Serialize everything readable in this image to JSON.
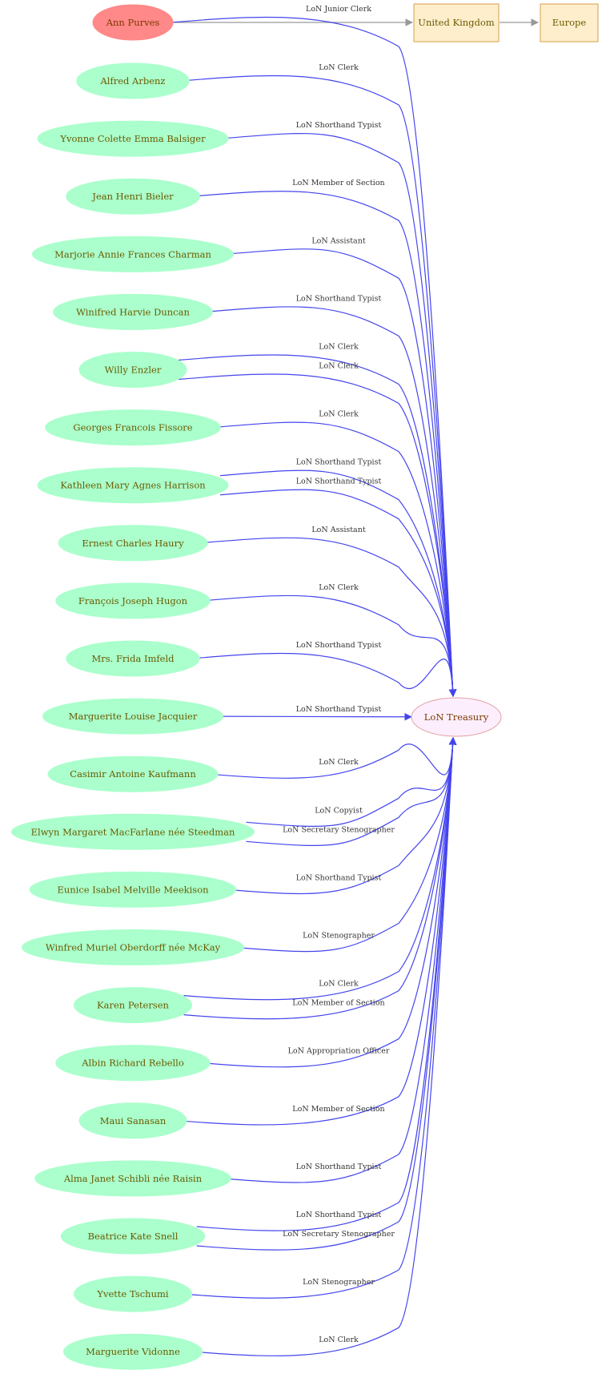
{
  "colors": {
    "person_fill": "#aaffcc",
    "person_text": "#6b5a00",
    "focus_fill": "#ff8888",
    "focus_text": "#7a3a00",
    "place_fill": "#ffeecc",
    "place_stroke": "#d4a04a",
    "place_text": "#6b5a00",
    "org_fill": "#fdeefd",
    "org_stroke": "#e0a0a0",
    "org_text": "#7a3a00",
    "edge_blue": "#4444ee",
    "edge_gray": "#999999"
  },
  "focus": {
    "name": "Ann Purves"
  },
  "places": {
    "country": "United Kingdom",
    "region": "Europe"
  },
  "organization": {
    "name": "LoN Treasury"
  },
  "people": [
    {
      "name": "Alfred Arbenz"
    },
    {
      "name": "Yvonne Colette Emma Balsiger"
    },
    {
      "name": "Jean Henri Bieler"
    },
    {
      "name": "Marjorie Annie Frances Charman"
    },
    {
      "name": "Winifred Harvie Duncan"
    },
    {
      "name": "Willy Enzler"
    },
    {
      "name": "Georges Francois  Fissore"
    },
    {
      "name": "Kathleen Mary Agnes Harrison"
    },
    {
      "name": "Ernest Charles Haury"
    },
    {
      "name": "François Joseph Hugon"
    },
    {
      "name": "Mrs. Frida Imfeld"
    },
    {
      "name": "Marguerite Louise Jacquier"
    },
    {
      "name": "Casimir Antoine Kaufmann"
    },
    {
      "name": "Elwyn Margaret MacFarlane née Steedman"
    },
    {
      "name": "Eunice Isabel Melville Meekison"
    },
    {
      "name": "Winfred Muriel Oberdorff née McKay"
    },
    {
      "name": "Karen Petersen"
    },
    {
      "name": "Albin Richard Rebello"
    },
    {
      "name": "Maui Sanasan"
    },
    {
      "name": "Alma Janet Schibli née Raisin"
    },
    {
      "name": "Beatrice Kate Snell"
    },
    {
      "name": "Yvette Tschumi"
    },
    {
      "name": "Marguerite Vidonne"
    }
  ],
  "edges": [
    {
      "from": "Ann Purves",
      "label": "LoN Junior Clerk"
    },
    {
      "from": "Alfred Arbenz",
      "label": "LoN Clerk"
    },
    {
      "from": "Yvonne Colette Emma Balsiger",
      "label": "LoN Shorthand Typist"
    },
    {
      "from": "Jean Henri Bieler",
      "label": "LoN Member of Section"
    },
    {
      "from": "Marjorie Annie Frances Charman",
      "label": "LoN Assistant"
    },
    {
      "from": "Winifred Harvie Duncan",
      "label": "LoN Shorthand Typist"
    },
    {
      "from": "Willy Enzler",
      "label": "LoN Clerk"
    },
    {
      "from": "Willy Enzler",
      "label": "LoN Clerk"
    },
    {
      "from": "Georges Francois  Fissore",
      "label": "LoN Clerk"
    },
    {
      "from": "Kathleen Mary Agnes Harrison",
      "label": "LoN Shorthand Typist"
    },
    {
      "from": "Kathleen Mary Agnes Harrison",
      "label": "LoN Shorthand Typist"
    },
    {
      "from": "Ernest Charles Haury",
      "label": "LoN Assistant"
    },
    {
      "from": "François Joseph Hugon",
      "label": "LoN Clerk"
    },
    {
      "from": "Mrs. Frida Imfeld",
      "label": "LoN Shorthand Typist"
    },
    {
      "from": "Marguerite Louise Jacquier",
      "label": "LoN Shorthand Typist"
    },
    {
      "from": "Casimir Antoine Kaufmann",
      "label": "LoN Clerk"
    },
    {
      "from": "Elwyn Margaret MacFarlane née Steedman",
      "label": "LoN Copyist"
    },
    {
      "from": "Elwyn Margaret MacFarlane née Steedman",
      "label": "LoN Secretary Stenographer"
    },
    {
      "from": "Eunice Isabel Melville Meekison",
      "label": "LoN Shorthand Typist"
    },
    {
      "from": "Winfred Muriel Oberdorff née McKay",
      "label": "LoN Stenographer"
    },
    {
      "from": "Karen Petersen",
      "label": "LoN Clerk"
    },
    {
      "from": "Karen Petersen",
      "label": "LoN Member of Section"
    },
    {
      "from": "Albin Richard Rebello",
      "label": "LoN Appropriation Officer"
    },
    {
      "from": "Maui Sanasan",
      "label": "LoN Member of Section"
    },
    {
      "from": "Alma Janet Schibli née Raisin",
      "label": "LoN Shorthand Typist"
    },
    {
      "from": "Beatrice Kate Snell",
      "label": "LoN Shorthand Typist"
    },
    {
      "from": "Beatrice Kate Snell",
      "label": "LoN Secretary Stenographer"
    },
    {
      "from": "Yvette Tschumi",
      "label": "LoN Stenographer"
    },
    {
      "from": "Marguerite Vidonne",
      "label": "LoN Clerk"
    }
  ]
}
